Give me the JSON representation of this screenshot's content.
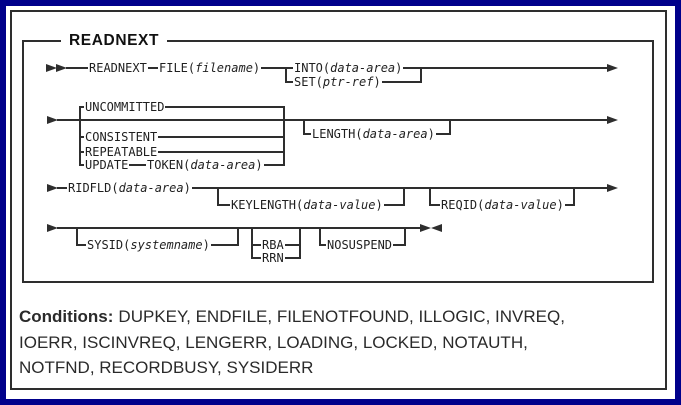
{
  "title": "READNEXT",
  "colors": {
    "frame_blue": "#00008B",
    "ink": "#2e2e2e"
  },
  "diagram": {
    "row1": {
      "readnext": {
        "pre": "READNEXT"
      },
      "file": {
        "pre": "FILE(",
        "var": "filename",
        "post": ")"
      },
      "into": {
        "pre": "INTO(",
        "var": "data-area",
        "post": ")"
      },
      "set": {
        "pre": "SET(",
        "var": "ptr-ref",
        "post": ")"
      }
    },
    "row2": {
      "uncommitted": {
        "pre": "UNCOMMITTED"
      },
      "consistent": {
        "pre": "CONSISTENT"
      },
      "repeatable": {
        "pre": "REPEATABLE"
      },
      "update": {
        "pre": "UPDATE"
      },
      "token": {
        "pre": "TOKEN(",
        "var": "data-area",
        "post": ")"
      },
      "length": {
        "pre": "LENGTH(",
        "var": "data-area",
        "post": ")"
      }
    },
    "row3": {
      "ridfld": {
        "pre": "RIDFLD(",
        "var": "data-area",
        "post": ")"
      },
      "keylength": {
        "pre": "KEYLENGTH(",
        "var": "data-value",
        "post": ")"
      },
      "reqid": {
        "pre": "REQID(",
        "var": "data-value",
        "post": ")"
      }
    },
    "row4": {
      "sysid": {
        "pre": "SYSID(",
        "var": "systemname",
        "post": ")"
      },
      "rba": {
        "pre": "RBA"
      },
      "rrn": {
        "pre": "RRN"
      },
      "nosuspend": {
        "pre": "NOSUSPEND"
      }
    }
  },
  "conditions": {
    "label": "Conditions:",
    "line1": "DUPKEY, ENDFILE, FILENOTFOUND, ILLOGIC, INVREQ,",
    "line2": "IOERR, ISCINVREQ, LENGERR, LOADING, LOCKED, NOTAUTH,",
    "line3": "NOTFND, RECORDBUSY, SYSIDERR"
  }
}
